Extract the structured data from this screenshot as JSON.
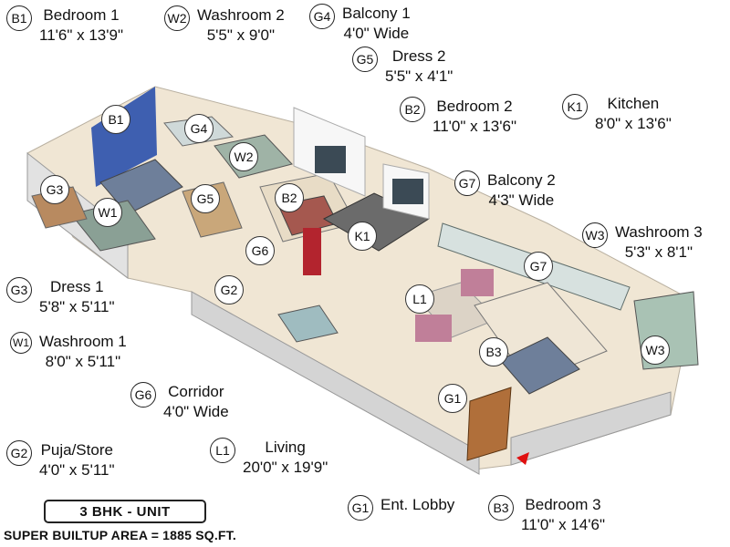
{
  "rooms": {
    "b1": {
      "code": "B1",
      "name": "Bedroom 1",
      "dims": "11'6\" x 13'9\""
    },
    "w2": {
      "code": "W2",
      "name": "Washroom 2",
      "dims": "5'5\" x 9'0\""
    },
    "g4": {
      "code": "G4",
      "name": "Balcony 1",
      "dims": "4'0\" Wide"
    },
    "g5": {
      "code": "G5",
      "name": "Dress 2",
      "dims": "5'5\" x 4'1\""
    },
    "b2": {
      "code": "B2",
      "name": "Bedroom 2",
      "dims": "11'0\" x 13'6\""
    },
    "k1": {
      "code": "K1",
      "name": "Kitchen",
      "dims": "8'0\" x 13'6\""
    },
    "g7": {
      "code": "G7",
      "name": "Balcony 2",
      "dims": "4'3\" Wide"
    },
    "w3": {
      "code": "W3",
      "name": "Washroom 3",
      "dims": "5'3\" x 8'1\""
    },
    "g3": {
      "code": "G3",
      "name": "Dress 1",
      "dims": "5'8\" x 5'11\""
    },
    "w1": {
      "code": "W1",
      "name": "Washroom 1",
      "dims": "8'0\" x 5'11\""
    },
    "g6": {
      "code": "G6",
      "name": "Corridor",
      "dims": "4'0\" Wide"
    },
    "g2": {
      "code": "G2",
      "name": "Puja/Store",
      "dims": "4'0\" x 5'11\""
    },
    "l1": {
      "code": "L1",
      "name": "Living",
      "dims": "20'0\" x 19'9\""
    },
    "g1": {
      "code": "G1",
      "name": "Ent. Lobby",
      "dims": ""
    },
    "b3": {
      "code": "B3",
      "name": "Bedroom 3",
      "dims": "11'0\" x 14'6\""
    }
  },
  "unit_label": "3 BHK - UNIT",
  "area_text": "SUPER BUILTUP AREA = 1885 SQ.FT.",
  "colors": {
    "wall_top": "#ffffff",
    "wall_side": "#d9d9d9",
    "floor": "#f3eadb",
    "tile": "#b9b2a4",
    "bedroom_accent": "#3e5fb0",
    "wood": "#9b6a3a",
    "sofa": "#c07f99",
    "bed": "#6e7f9a",
    "arrow": "#e01010"
  }
}
